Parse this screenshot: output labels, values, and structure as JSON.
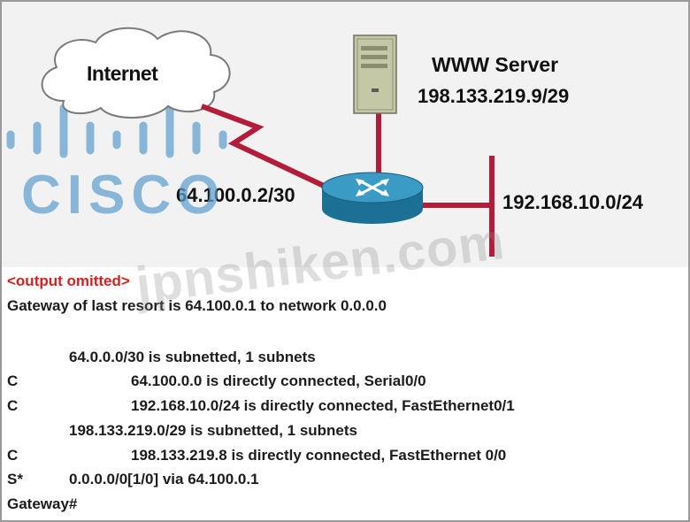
{
  "diagram": {
    "internet_label": "Internet",
    "server_label": "WWW Server",
    "server_ip": "198.133.219.9/29",
    "wan_ip": "64.100.0.2/30",
    "lan_ip": "192.168.10.0/24",
    "cisco_logo_text": "CISCO",
    "watermark": "jpnshiken.com",
    "colors": {
      "link": "#b31c3a",
      "router": "#2f86ac",
      "cloud_stroke": "#7a7a7a",
      "server": "#c4c8a6",
      "cisco_blue": "#5f9fcf"
    }
  },
  "output": {
    "omitted": "<output omitted>",
    "gateway_line": "Gateway of last resort is 64.100.0.1 to network 0.0.0.0",
    "routes": [
      {
        "code": "",
        "indent": 1,
        "text": "64.0.0.0/30 is subnetted, 1 subnets"
      },
      {
        "code": "C",
        "indent": 2,
        "text": "64.100.0.0 is directly connected, Serial0/0"
      },
      {
        "code": "C",
        "indent": 2,
        "text": "192.168.10.0/24 is directly connected, FastEthernet0/1"
      },
      {
        "code": "",
        "indent": 1,
        "text": "198.133.219.0/29 is subnetted, 1 subnets"
      },
      {
        "code": "C",
        "indent": 2,
        "text": "198.133.219.8 is directly connected, FastEthernet 0/0"
      },
      {
        "code": "S*",
        "indent": 1,
        "text": "0.0.0.0/0[1/0] via 64.100.0.1"
      }
    ],
    "prompt": "Gateway#"
  }
}
